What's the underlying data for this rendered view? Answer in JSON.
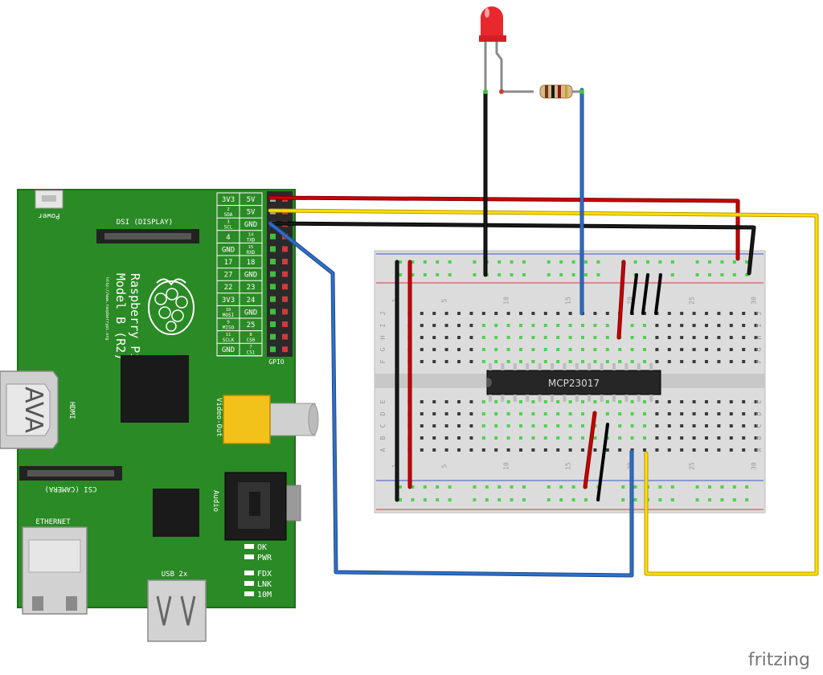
{
  "diagram": {
    "pi": {
      "name_line1": "Raspberry Pi",
      "name_line2": "Model B (R2)",
      "url": "http://www.raspberrypi.org",
      "power_label": "Power",
      "dsi_label": "DSI (DISPLAY)",
      "hdmi_label": "HDMI",
      "csi_label": "CSI (CAMERA)",
      "ethernet_label": "ETHERNET",
      "usb_label": "USB 2x",
      "video_label": "Video-Out",
      "audio_label": "Audio",
      "gpio_label": "GPIO",
      "leds": [
        "OK",
        "PWR",
        "FDX",
        "LNK",
        "10M"
      ],
      "pins_left": [
        "3V3",
        "2 SDA",
        "3 SCL",
        "4",
        "GND",
        "17",
        "27",
        "22",
        "3V3",
        "10 MOSI",
        "9 MISO",
        "11 SCLK",
        "GND"
      ],
      "pins_right": [
        "5V",
        "5V",
        "GND",
        "14 TXD",
        "15 RXD",
        "18",
        "GND",
        "23",
        "24",
        "GND",
        "25",
        "8 CS0",
        "7 CS1"
      ]
    },
    "breadboard": {
      "col_numbers": [
        "1",
        "5",
        "10",
        "15",
        "20",
        "25",
        "30"
      ],
      "row_letters_top": [
        "J",
        "I",
        "H",
        "G",
        "F"
      ],
      "row_letters_bottom": [
        "E",
        "D",
        "C",
        "B",
        "A"
      ]
    },
    "chip_label": "MCP23017",
    "brand": "fritzing",
    "colors": {
      "pcb": "#2a8a25",
      "wire_red": "#cc0000",
      "wire_black": "#1a1a1a",
      "wire_yellow": "#ffdd00",
      "wire_blue": "#2f6fc9",
      "breadboard": "#dcdcdc",
      "hole_green": "#4fd14f",
      "led_red": "#e8282d"
    }
  }
}
